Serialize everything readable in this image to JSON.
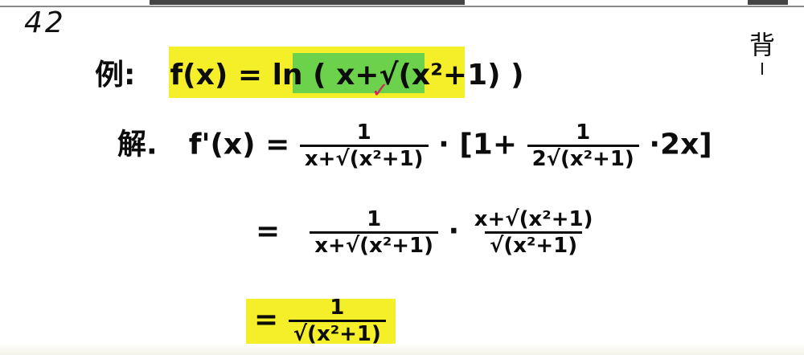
{
  "page": {
    "page_number_note": "42",
    "side_note": "背",
    "side_mark": "I"
  },
  "example": {
    "label": "例:",
    "lhs": "f(x)",
    "eq": "=",
    "func_name": "ln",
    "open_paren": "(",
    "arg": "x+√(x²+1)",
    "close_paren": ")",
    "check_mark": "✓"
  },
  "solution": {
    "label": "解.",
    "derivative": "f'(x)",
    "eq": "=",
    "frac1_num": "1",
    "frac1_den": "x+√(x²+1)",
    "dot": "·",
    "bracket_open": "[1+",
    "frac2_num": "1",
    "frac2_den": "2√(x²+1)",
    "tail": "·2x]"
  },
  "step2": {
    "eq": "=",
    "frac1_num": "1",
    "frac1_den": "x+√(x²+1)",
    "dot": "·",
    "frac2_num": "x+√(x²+1)",
    "frac2_den": "√(x²+1)"
  },
  "result": {
    "eq": "=",
    "num": "1",
    "den": "√(x²+1)"
  },
  "colors": {
    "highlight_yellow": "#f5ef2a",
    "highlight_green": "#6cd14b",
    "check_red": "#d1245c"
  }
}
